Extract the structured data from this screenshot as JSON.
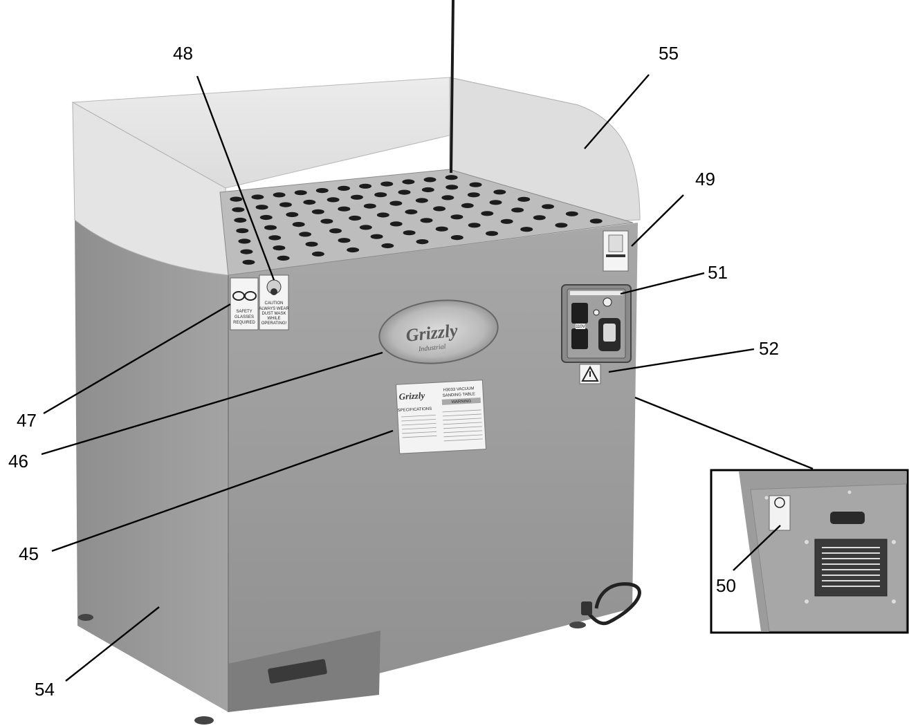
{
  "figure": {
    "callouts": [
      {
        "id": "45",
        "label": "45"
      },
      {
        "id": "46",
        "label": "46"
      },
      {
        "id": "47",
        "label": "47"
      },
      {
        "id": "48",
        "label": "48"
      },
      {
        "id": "49",
        "label": "49"
      },
      {
        "id": "50",
        "label": "50"
      },
      {
        "id": "51",
        "label": "51"
      },
      {
        "id": "52",
        "label": "52"
      },
      {
        "id": "54",
        "label": "54"
      },
      {
        "id": "55",
        "label": "55"
      }
    ],
    "decals": {
      "goggles": {
        "line1": "SAFETY",
        "line2": "GLASSES",
        "line3": "REQUIRED"
      },
      "dust_mask": {
        "line1": "CAUTION",
        "line2": "ALWAYS WEAR",
        "line3": "DUST MASK",
        "line4": "WHILE",
        "line5": "OPERATING!"
      },
      "spec_label": {
        "brand": "Grizzly",
        "title_line1": "H3033 VACUUM",
        "title_line2": "SANDING TABLE",
        "warning": "WARNING",
        "specs_heading": "SPECIFICATIONS"
      },
      "switch_panel": {
        "voltage": "110V"
      }
    },
    "logo": {
      "text": "Grizzly",
      "subtext": "Industrial"
    }
  }
}
